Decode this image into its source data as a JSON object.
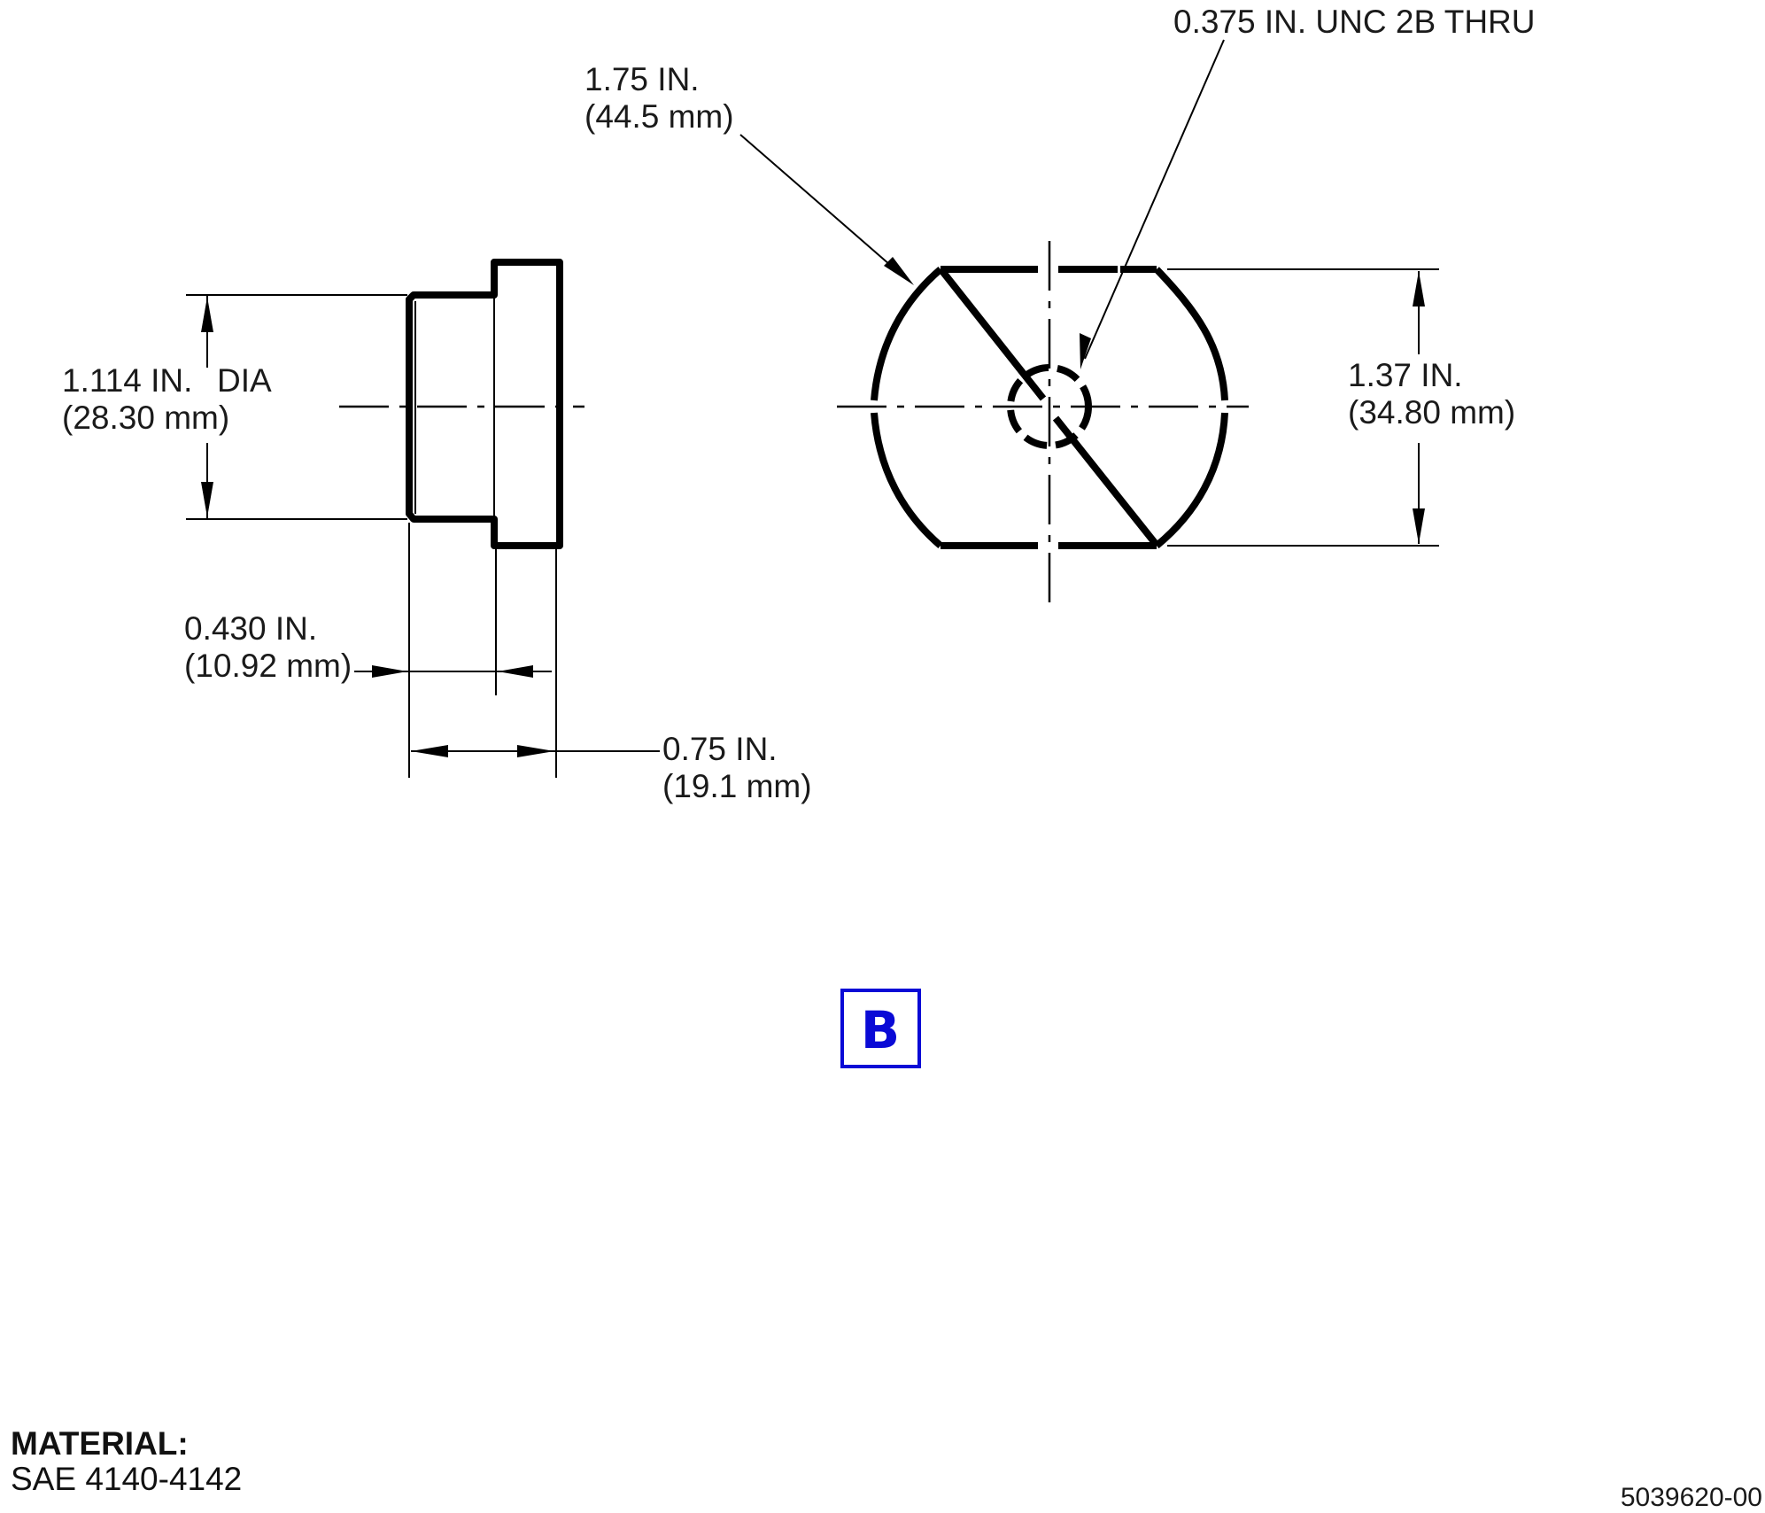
{
  "dims": {
    "overall_width": {
      "inch": "1.75 IN.",
      "mm": "(44.5 mm)"
    },
    "thread": {
      "text": "0.375 IN. UNC 2B THRU"
    },
    "pilot_diameter": {
      "inch": "1.114 IN.",
      "suffix": "DIA",
      "mm": "(28.30 mm)"
    },
    "flat_height": {
      "inch": "1.37 IN.",
      "mm": "(34.80 mm)"
    },
    "pilot_length": {
      "inch": "0.430 IN.",
      "mm": "(10.92 mm)"
    },
    "overall_length": {
      "inch": "0.75 IN.",
      "mm": "(19.1 mm)"
    }
  },
  "badge": {
    "letter": "B",
    "color": "#0a0ad6"
  },
  "material": {
    "heading": "MATERIAL:",
    "value": "SAE 4140-4142"
  },
  "drawing_number": "5039620-00"
}
